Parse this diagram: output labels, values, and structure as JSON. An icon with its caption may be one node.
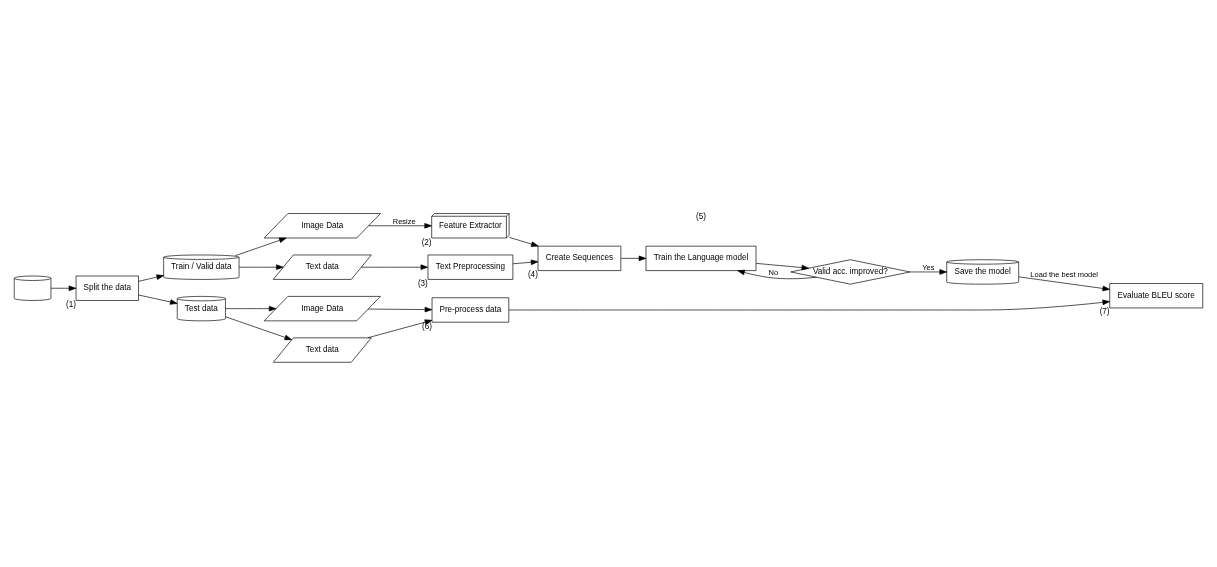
{
  "diagram": {
    "nodes": [
      {
        "text": [],
        "shape": "cylinder"
      },
      {
        "text": [
          "Split the data"
        ],
        "beside": [
          "(1)"
        ]
      },
      {
        "text": [
          "Train / Valid data"
        ]
      },
      {
        "text": [
          "Image Data"
        ]
      },
      {
        "text": [
          "Feature Extractor"
        ],
        "beside": [
          "(2)"
        ]
      },
      {
        "text": [
          "Text data"
        ]
      },
      {
        "text": [
          "Text Preprocessing"
        ],
        "beside": [
          "(3)"
        ]
      },
      {
        "text": [
          "Create Sequences"
        ],
        "beside": [
          "(4)"
        ]
      },
      {
        "text": [
          "Train the Language model"
        ]
      },
      {
        "text": [
          "Valid acc. improved?"
        ]
      },
      {
        "text": [
          "Save the model"
        ]
      },
      {
        "text": [
          "Test data"
        ]
      },
      {
        "text": [
          "Image Data"
        ]
      },
      {
        "text": [
          "Text data"
        ]
      },
      {
        "text": [
          "Pre-process data"
        ],
        "beside": [
          "(6)"
        ]
      },
      {
        "text": [
          "Evaluate BLEU score"
        ],
        "beside": [
          "(7)"
        ]
      }
    ],
    "edges": [
      {
        "from": 0,
        "to": 1,
        "arrow": "to"
      },
      {
        "from": 1,
        "to": 2,
        "arrow": "to"
      },
      {
        "from": 1,
        "to": 11,
        "arrow": "to"
      },
      {
        "from": 2,
        "to": 3,
        "arrow": "to"
      },
      {
        "from": 2,
        "to": 5,
        "arrow": "to"
      },
      {
        "from": 3,
        "to": 4,
        "arrow": "to",
        "label": "Resize"
      },
      {
        "from": 5,
        "to": 6,
        "arrow": "to"
      },
      {
        "from": 4,
        "to": 7,
        "arrow": "to"
      },
      {
        "from": 6,
        "to": 7,
        "arrow": "to"
      },
      {
        "from": 7,
        "to": 8,
        "arrow": "to"
      },
      {
        "from": 8,
        "to": 9,
        "arrow": "to"
      },
      {
        "from": 9,
        "to": 8,
        "arrow": "to",
        "label": "No"
      },
      {
        "from": 9,
        "to": 10,
        "arrow": "to",
        "label": "Yes"
      },
      {
        "from": 10,
        "to": 15,
        "arrow": "to",
        "label": "Load the best model"
      },
      {
        "from": 11,
        "to": 12,
        "arrow": "to"
      },
      {
        "from": 11,
        "to": 13,
        "arrow": "to"
      },
      {
        "from": 12,
        "to": 14,
        "arrow": "to"
      },
      {
        "from": 13,
        "to": 14,
        "arrow": "to"
      },
      {
        "from": 14,
        "to": 15,
        "arrow": "to"
      }
    ],
    "labels": [
      "(5)"
    ]
  }
}
